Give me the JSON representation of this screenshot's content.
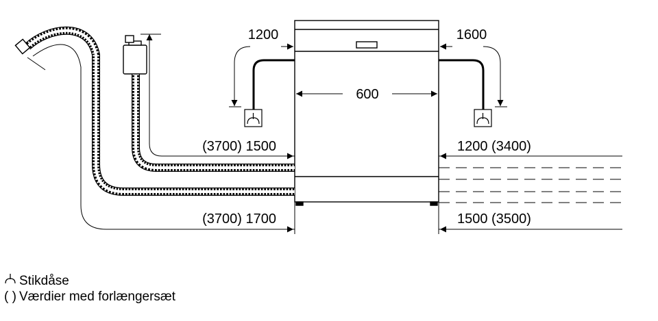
{
  "dimensions": {
    "top_left": "1200",
    "top_right": "1600",
    "width": "600",
    "left_upper": "(3700) 1500",
    "left_lower": "(3700) 1700",
    "right_upper": "1200 (3400)",
    "right_lower": "1500 (3500)"
  },
  "legend": [
    {
      "icon": "socket-icon",
      "symbol": "⊥",
      "text": "Stikdåse"
    },
    {
      "icon": "parentheses-icon",
      "symbol": "( )",
      "text": "Værdier med forlængersæt"
    }
  ]
}
